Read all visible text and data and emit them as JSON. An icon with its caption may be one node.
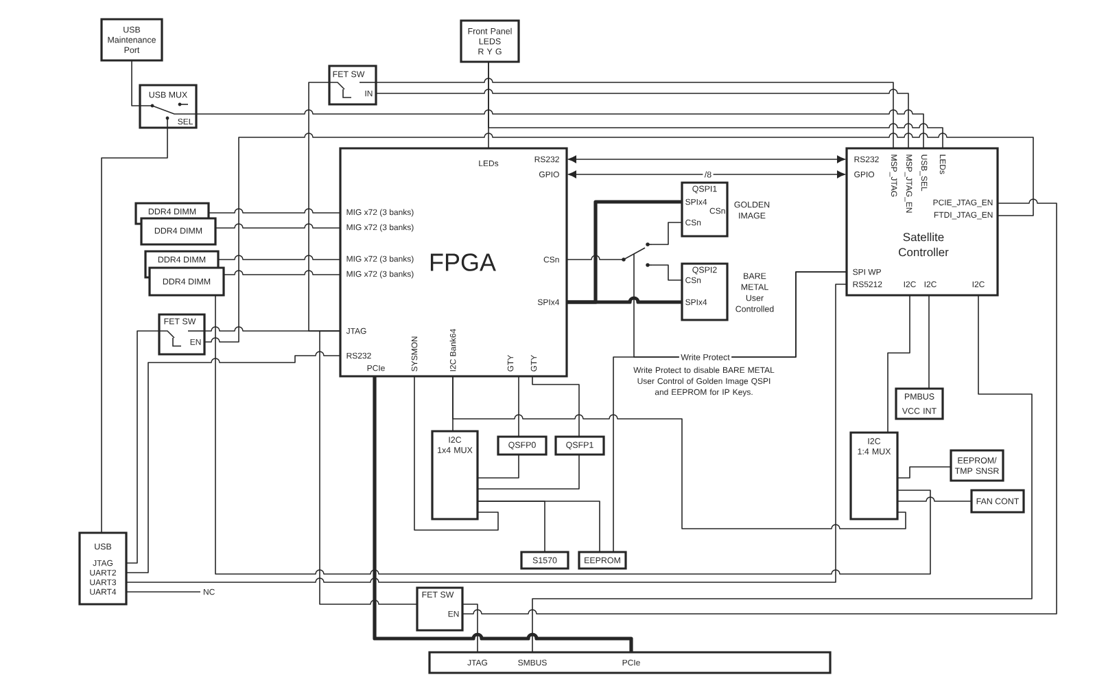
{
  "diagram": {
    "nodes": [
      {
        "text": [
          "USB Maintenance Port"
        ]
      },
      {
        "text": [
          "Front Panel LEDS R Y G"
        ]
      },
      {
        "text": [
          "FET SW",
          "IN"
        ]
      },
      {
        "text": [
          "USB MUX",
          "SEL"
        ]
      },
      {
        "text": [
          "FPGA",
          "LEDs",
          "RS232",
          "GPIO",
          "MIG x72 (3 banks)",
          "MIG x72 (3 banks)",
          "MIG x72 (3 banks)",
          "MIG x72 (3 banks)",
          "CSn",
          "SPIx4",
          "JTAG",
          "RS232",
          "PCIe",
          "SYSMON",
          "I2C Bank64",
          "GTY",
          "GTY"
        ]
      },
      {
        "text": [
          "Satellite Controller",
          "RS232",
          "GPIO",
          "MSP_JTAG",
          "MSP_JTAG_EN",
          "USB_SEL",
          "LEDs",
          "PCIE_JTAG_EN",
          "FTDI_JTAG_EN",
          "SPI WP",
          "RS5212",
          "I2C",
          "I2C",
          "I2C"
        ]
      },
      {
        "text": [
          "QSPI1",
          "SPIx4",
          "CSn",
          "CSn"
        ],
        "beside": [
          "GOLDEN IMAGE"
        ]
      },
      {
        "text": [
          "QSPI2",
          "CSn",
          "SPIx4"
        ],
        "beside": [
          "BARE METAL User Controlled"
        ]
      },
      {
        "text": [
          "DDR4 DIMM"
        ]
      },
      {
        "text": [
          "DDR4 DIMM"
        ]
      },
      {
        "text": [
          "DDR4 DIMM"
        ]
      },
      {
        "text": [
          "DDR4 DIMM"
        ]
      },
      {
        "text": [],
        "shape": "switch"
      },
      {
        "text": [
          "FET SW",
          "EN"
        ]
      },
      {
        "text": [
          "I2C 1x4 MUX"
        ]
      },
      {
        "text": [
          "QSFP0"
        ]
      },
      {
        "text": [
          "QSFP1"
        ]
      },
      {
        "text": [
          "PMBUS VCC INT"
        ]
      },
      {
        "text": [
          "I2C 1:4 MUX"
        ]
      },
      {
        "text": [
          "EEPROM/ TMP SNSR"
        ]
      },
      {
        "text": [
          "FAN CONT"
        ]
      },
      {
        "text": [
          "USB",
          "JTAG",
          "UART2",
          "UART3",
          "UART4"
        ]
      },
      {
        "text": [
          "S1570"
        ]
      },
      {
        "text": [
          "EEPROM"
        ]
      },
      {
        "text": [
          "NC"
        ]
      },
      {
        "text": [
          "FET SW",
          "EN"
        ]
      },
      {
        "text": [
          "JTAG",
          "SMBUS",
          "PCIe"
        ]
      }
    ],
    "edges": [
      {
        "from": 0,
        "to": 3,
        "arrow": "none"
      },
      {
        "from": 3,
        "to": 21,
        "arrow": "none"
      },
      {
        "from": 3,
        "to": 5,
        "arrow": "none"
      },
      {
        "from": 2,
        "to": 5,
        "arrow": "none"
      },
      {
        "from": 2,
        "to": 5,
        "arrow": "none"
      },
      {
        "from": 1,
        "to": 4,
        "arrow": "none"
      },
      {
        "from": 1,
        "to": 5,
        "arrow": "none"
      },
      {
        "from": 13,
        "to": 5,
        "arrow": "none"
      },
      {
        "from": 2,
        "to": 4,
        "arrow": "none"
      },
      {
        "from": 5,
        "to": 4,
        "arrow": "both"
      },
      {
        "from": 5,
        "to": 4,
        "arrow": "both",
        "label": "/8"
      },
      {
        "from": 8,
        "to": 4,
        "arrow": "none"
      },
      {
        "from": 9,
        "to": 4,
        "arrow": "none"
      },
      {
        "from": 10,
        "to": 4,
        "arrow": "none"
      },
      {
        "from": 11,
        "to": 4,
        "arrow": "none"
      },
      {
        "from": 4,
        "to": 12,
        "arrow": "none"
      },
      {
        "from": 12,
        "to": 6,
        "arrow": "none"
      },
      {
        "from": 12,
        "to": 7,
        "arrow": "none"
      },
      {
        "from": 4,
        "to": 6,
        "arrow": "none",
        "style": "thick"
      },
      {
        "from": 4,
        "to": 7,
        "arrow": "none",
        "style": "thick"
      },
      {
        "from": 5,
        "to": 12,
        "arrow": "none",
        "label": "Write Protect"
      },
      {
        "from": 5,
        "to": 23,
        "arrow": "none"
      },
      {
        "from": 21,
        "to": 13,
        "arrow": "none"
      },
      {
        "from": 13,
        "to": 4,
        "arrow": "none"
      },
      {
        "from": 21,
        "to": 4,
        "arrow": "none"
      },
      {
        "from": 21,
        "to": 5,
        "arrow": "none"
      },
      {
        "from": 21,
        "to": 24,
        "arrow": "none"
      },
      {
        "from": 4,
        "to": 25,
        "arrow": "none"
      },
      {
        "from": 25,
        "to": 26,
        "arrow": "none"
      },
      {
        "from": 5,
        "to": 25,
        "arrow": "none"
      },
      {
        "from": 5,
        "to": 26,
        "arrow": "none"
      },
      {
        "from": 4,
        "to": 26,
        "arrow": "none",
        "style": "thick"
      },
      {
        "from": 4,
        "to": 14,
        "arrow": "none"
      },
      {
        "from": 4,
        "to": 18,
        "arrow": "none"
      },
      {
        "from": 4,
        "to": 14,
        "arrow": "none"
      },
      {
        "from": 4,
        "to": 15,
        "arrow": "none"
      },
      {
        "from": 4,
        "to": 16,
        "arrow": "none"
      },
      {
        "from": 14,
        "to": 15,
        "arrow": "none"
      },
      {
        "from": 14,
        "to": 16,
        "arrow": "none"
      },
      {
        "from": 14,
        "to": 22,
        "arrow": "none"
      },
      {
        "from": 14,
        "to": 23,
        "arrow": "none"
      },
      {
        "from": 5,
        "to": 18,
        "arrow": "none"
      },
      {
        "from": 5,
        "to": 17,
        "arrow": "none"
      },
      {
        "from": 18,
        "to": 19,
        "arrow": "none"
      },
      {
        "from": 18,
        "to": 20,
        "arrow": "none"
      },
      {
        "from": 18,
        "to": 11,
        "arrow": "none"
      }
    ],
    "labels": [
      "Write Protect to disable BARE METAL User Control of Golden Image QSPI and EEPROM for IP Keys."
    ]
  }
}
